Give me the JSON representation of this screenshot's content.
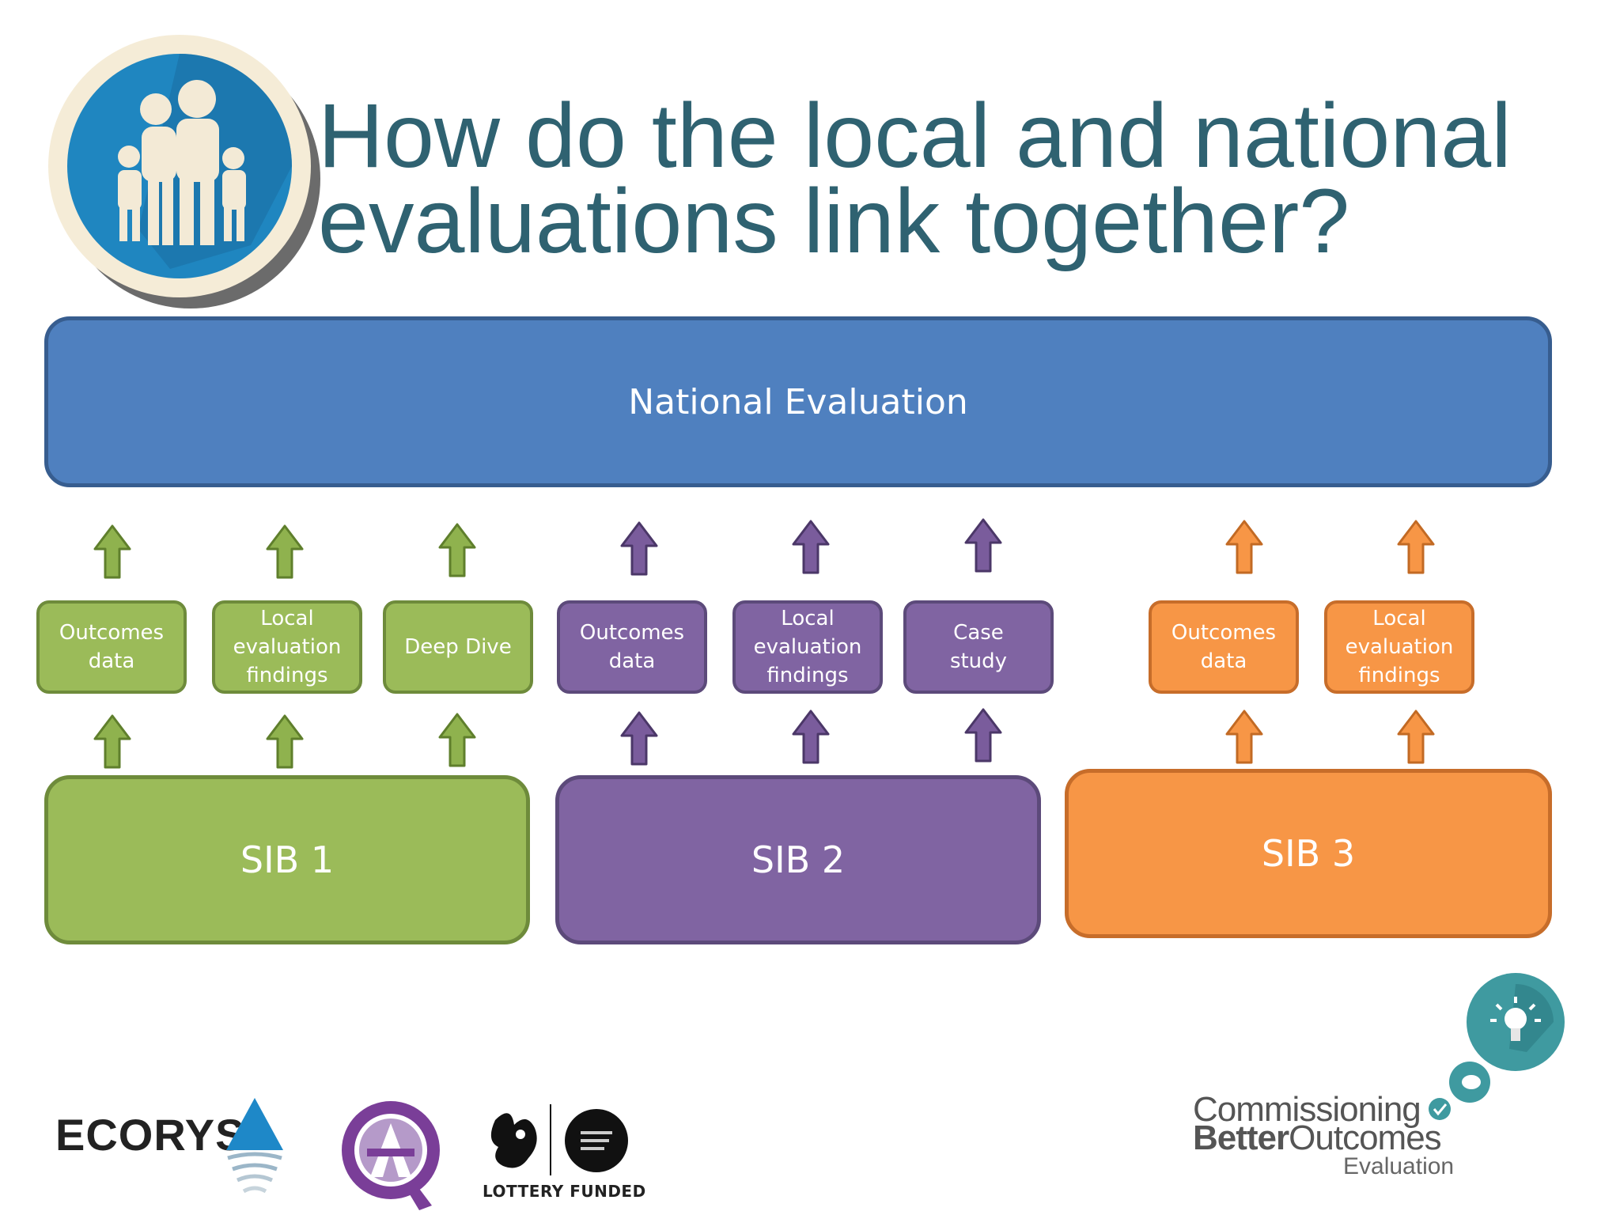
{
  "title": "How do the local and national\nevaluations link together?",
  "national": "National Evaluation",
  "sib1": {
    "label": "SIB 1",
    "items": [
      "Outcomes\ndata",
      "Local\nevaluation\nfindings",
      "Deep Dive"
    ]
  },
  "sib2": {
    "label": "SIB 2",
    "items": [
      "Outcomes\ndata",
      "Local\nevaluation\nfindings",
      "Case\nstudy"
    ]
  },
  "sib3": {
    "label": "SIB 3",
    "items": [
      "Outcomes\ndata",
      "Local\nevaluation\nfindings"
    ]
  },
  "logos": {
    "ecorys": "ECORYS",
    "lottery": "LOTTERY FUNDED",
    "cbo_line1": "Commissioning",
    "cbo_line2_bold": "Better",
    "cbo_line2_rest": "Outcomes",
    "cbo_line3": "Evaluation"
  },
  "colors": {
    "title": "#2f6271",
    "national": "#4f80bf",
    "sib1": "#9bbb59",
    "sib2": "#8064a2",
    "sib3": "#f79646"
  },
  "icons": [
    "family-icon",
    "arrow-up-icon",
    "lightbulb-icon",
    "piggy-bank-icon",
    "check-icon"
  ]
}
